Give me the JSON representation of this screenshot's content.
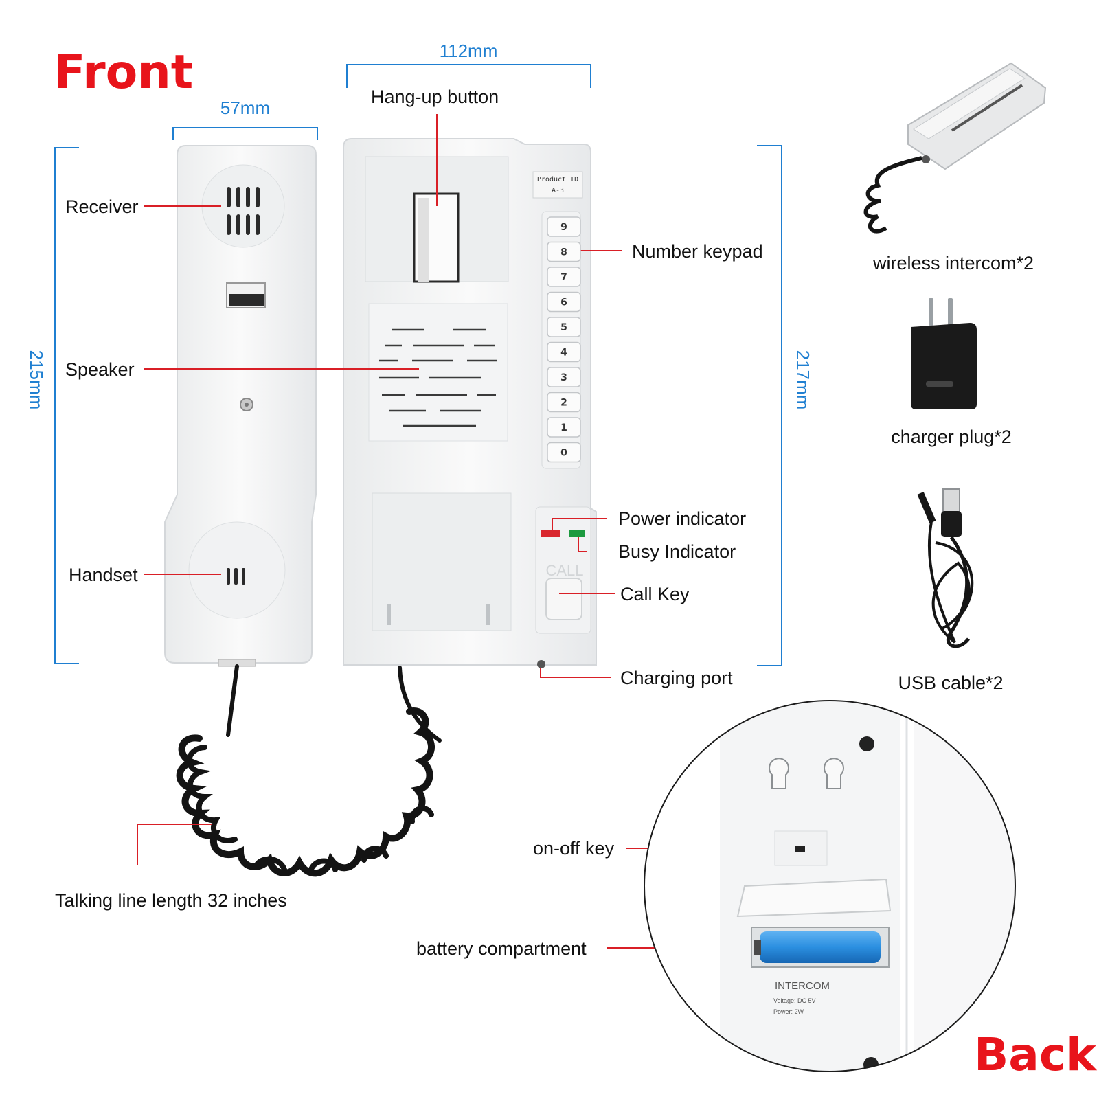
{
  "titles": {
    "front": "Front",
    "back": "Back"
  },
  "dimensions": {
    "handset_width": "57mm",
    "base_width": "112mm",
    "handset_height": "215mm",
    "base_height": "217mm"
  },
  "labels": {
    "hangup_button": "Hang-up button",
    "receiver": "Receiver",
    "speaker": "Speaker",
    "handset": "Handset",
    "number_keypad": "Number keypad",
    "power_indicator": "Power indicator",
    "busy_indicator": "Busy Indicator",
    "call_key": "Call Key",
    "charging_port": "Charging port",
    "talking_line": "Talking line length 32 inches",
    "onoff_key": "on-off key",
    "battery_compartment": "battery compartment"
  },
  "device": {
    "product_id": "Product ID",
    "model": "A-3",
    "keys": [
      "9",
      "8",
      "7",
      "6",
      "5",
      "4",
      "3",
      "2",
      "1",
      "0"
    ],
    "call_text": "CALL",
    "back_label": "INTERCOM",
    "voltage": "Voltage: DC 5V",
    "power": "Power: 2W"
  },
  "package": [
    {
      "label": "wireless intercom*2"
    },
    {
      "label": "charger plug*2"
    },
    {
      "label": "USB cable*2"
    }
  ],
  "colors": {
    "title_red": "#e8141b",
    "dimension_blue": "#1f7fd1",
    "leader_red": "#d91f26",
    "battery_blue": "#2b8fe0"
  }
}
